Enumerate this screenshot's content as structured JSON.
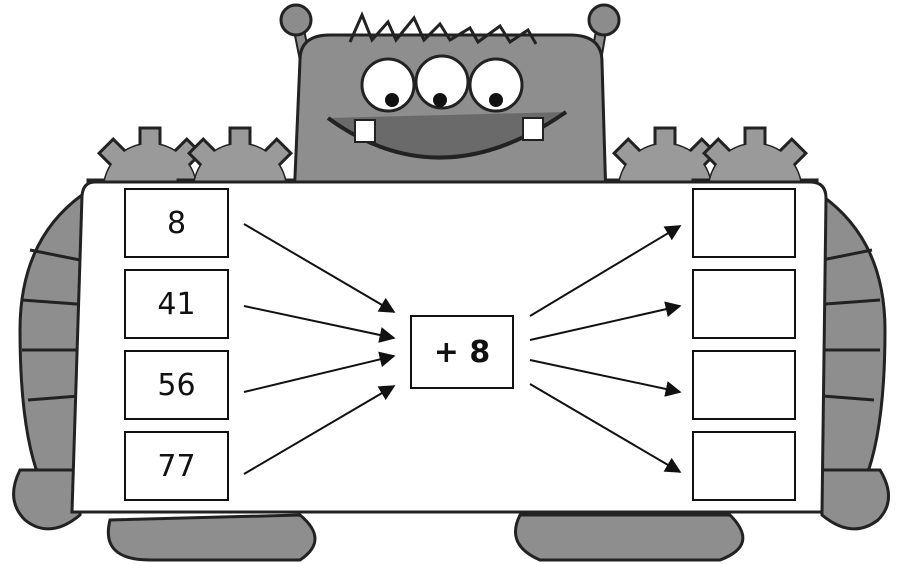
{
  "inputs": [
    "8",
    "41",
    "56",
    "77"
  ],
  "operation": "+ 8",
  "outputs": [
    "",
    "",
    "",
    ""
  ]
}
